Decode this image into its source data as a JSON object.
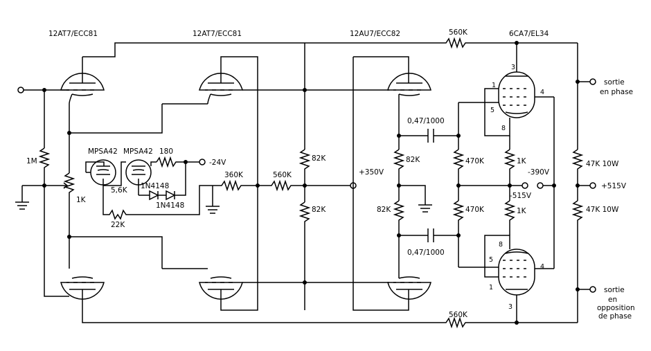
{
  "tubes": {
    "v1": "12AT7/ECC81",
    "v2": "12AT7/ECC81",
    "v3": "12AU7/ECC82",
    "v4": "6CA7/EL34"
  },
  "transistors": {
    "q1": "MPSA42",
    "q2": "MPSA42"
  },
  "diodes": {
    "d1": "1N4148",
    "d2": "1N4148"
  },
  "resistors": {
    "r_grid": "1M",
    "r_pot": "1K",
    "r_180": "180",
    "r_5k6": "5,6K",
    "r_22k": "22K",
    "r_360k": "360K",
    "r_560k_mid": "560K",
    "r_82k_top": "82K",
    "r_82k_bot": "82K",
    "r_82k_v3a": "82K",
    "r_82k_v3b": "82K",
    "r_470k_a": "470K",
    "r_470k_b": "470K",
    "r_1k_a": "1K",
    "r_1k_b": "1K",
    "r_560k_fb_top": "560K",
    "r_560k_fb_bot": "560K",
    "r_47k_a": "47K 10W",
    "r_47k_b": "47K 10W"
  },
  "capacitors": {
    "c1": "0,47/1000",
    "c2": "0,47/1000"
  },
  "voltages": {
    "neg24": "-24V",
    "plus350": "+350V",
    "neg390": "-390V",
    "neg515": "-515V",
    "plus515": "+515V"
  },
  "outputs": {
    "phase_line1": "sortie",
    "phase_line2": "en phase",
    "anti_line1": "sortie",
    "anti_line2": "en",
    "anti_line3": "opposition",
    "anti_line4": "de phase"
  },
  "pins": {
    "top_plate": "3",
    "top_g1": "1",
    "top_g2": "4",
    "top_k": "5",
    "top_h": "8",
    "bot_plate": "3",
    "bot_g1": "1",
    "bot_g2": "4",
    "bot_k": "5",
    "bot_h": "8"
  }
}
